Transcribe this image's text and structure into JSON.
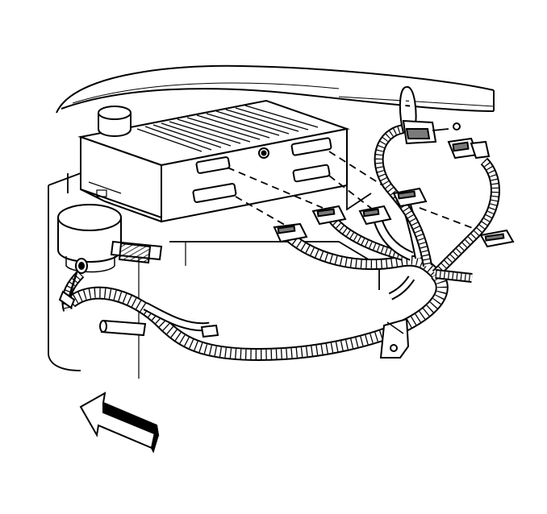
{
  "figure": {
    "background_color": "#ffffff",
    "ink_color": "#000000",
    "shading_color": "#7a7a7a",
    "parts": {
      "hood": "hood-edge",
      "module": "control-module",
      "reservoir": "fluid-reservoir",
      "canister": "round-canister",
      "harness": "wiring-harness",
      "connectors": [
        "connector-1",
        "connector-2",
        "connector-3",
        "connector-4",
        "connector-5",
        "inline-connector"
      ],
      "bracket": "harness-bracket",
      "clip": "harness-clip",
      "arrow": "front-direction-arrow"
    }
  }
}
